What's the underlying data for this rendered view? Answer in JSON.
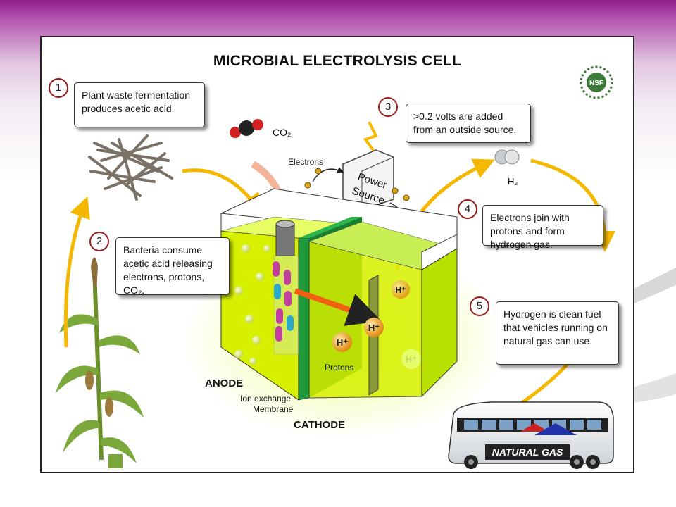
{
  "title": "MICROBIAL ELECTROLYSIS CELL",
  "steps": [
    {
      "number": "1",
      "text": "Plant waste fermentation produces acetic acid."
    },
    {
      "number": "2",
      "text": "Bacteria consume acetic acid releasing electrons, protons, CO₂."
    },
    {
      "number": "3",
      "text": ">0.2 volts are added from an outside source."
    },
    {
      "number": "4",
      "text": "Electrons join with protons and form hydrogen gas."
    },
    {
      "number": "5",
      "text": "Hydrogen is clean fuel that vehicles running on natural gas can use."
    }
  ],
  "labels": {
    "co2": "CO₂",
    "h2": "H₂",
    "electrons": "Electrons",
    "power_source_line1": "Power",
    "power_source_line2": "Source",
    "protons": "Protons",
    "proton": "H⁺",
    "anode": "ANODE",
    "membrane_line1": "Ion exchange",
    "membrane_line2": "Membrane",
    "cathode": "CATHODE",
    "bus": "NATURAL GAS",
    "logo": "NSF"
  },
  "colors": {
    "arrow": "#f5b800",
    "liquid": "#d7f000",
    "membrane": "#1f9b3c",
    "border_step": "#9b1c1c",
    "proton": "#f0a020"
  }
}
